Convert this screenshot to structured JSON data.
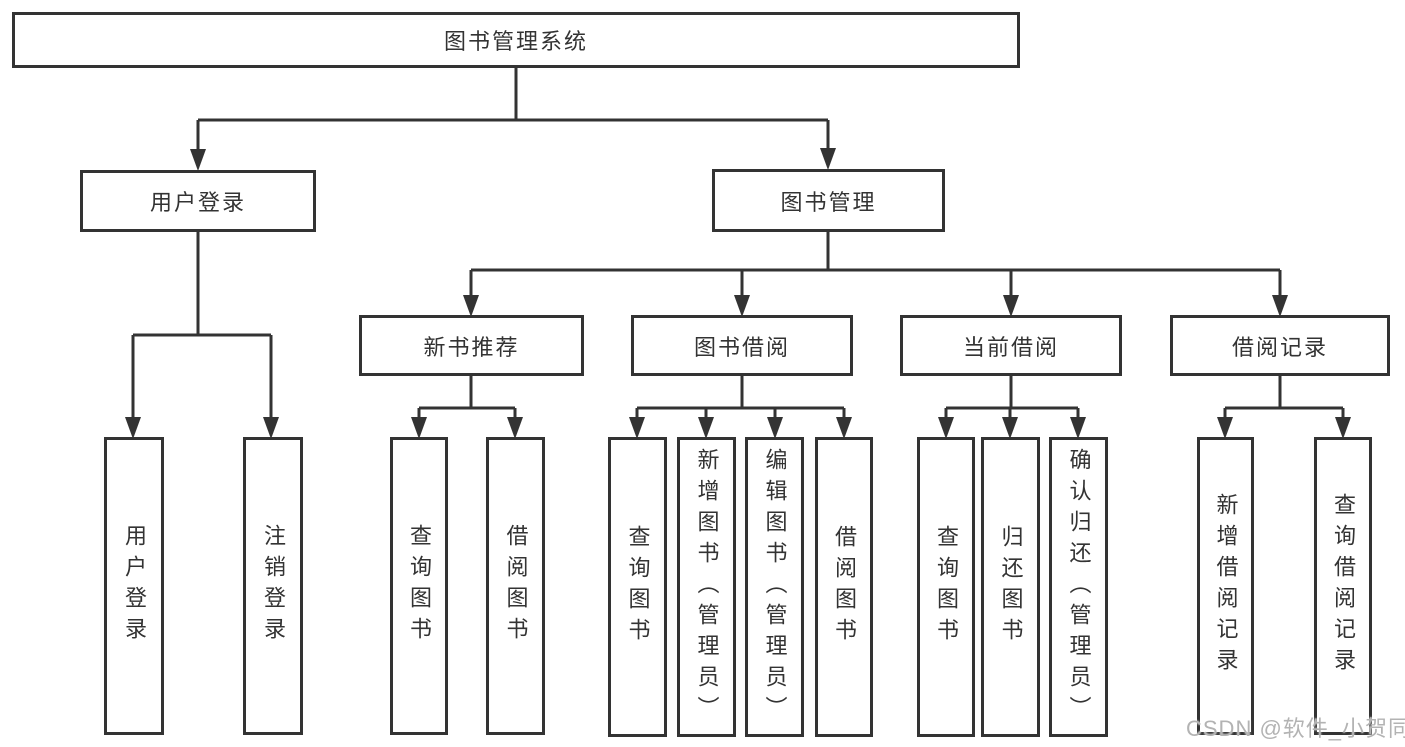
{
  "diagram": {
    "title": "图书管理系统",
    "tree": {
      "label": "图书管理系统",
      "children": [
        {
          "label": "用户登录",
          "children": [
            {
              "label": "用户登录"
            },
            {
              "label": "注销登录"
            }
          ]
        },
        {
          "label": "图书管理",
          "children": [
            {
              "label": "新书推荐",
              "children": [
                {
                  "label": "查询图书"
                },
                {
                  "label": "借阅图书"
                }
              ]
            },
            {
              "label": "图书借阅",
              "children": [
                {
                  "label": "查询图书"
                },
                {
                  "label": "新增图书（管理员）"
                },
                {
                  "label": "编辑图书（管理员）"
                },
                {
                  "label": "借阅图书"
                }
              ]
            },
            {
              "label": "当前借阅",
              "children": [
                {
                  "label": "查询图书"
                },
                {
                  "label": "归还图书"
                },
                {
                  "label": "确认归还（管理员）"
                }
              ]
            },
            {
              "label": "借阅记录",
              "children": [
                {
                  "label": "新增借阅记录"
                },
                {
                  "label": "查询借阅记录"
                }
              ]
            }
          ]
        }
      ]
    },
    "colors": {
      "line": "#333333",
      "text": "#333333",
      "box_background": "#ffffff",
      "watermark_text": "#b3b3b3"
    }
  },
  "watermark": {
    "text": "CSDN @软件_小贺同学"
  }
}
